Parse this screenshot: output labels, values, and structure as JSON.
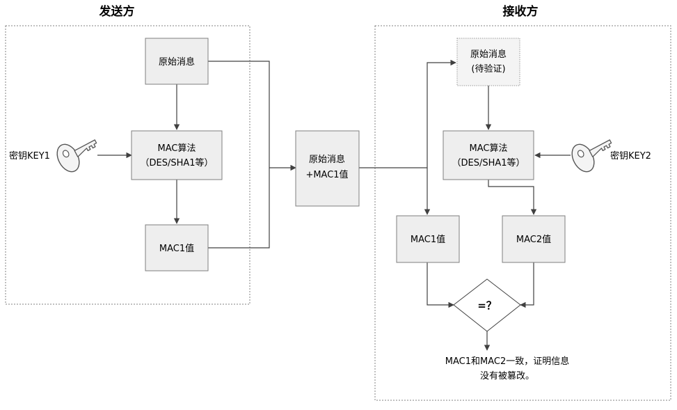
{
  "sender": {
    "title": "发送方",
    "original_message": "原始消息",
    "mac_algorithm": [
      "MAC算法",
      "（DES/SHA1等）"
    ],
    "mac_value": "MAC1值",
    "key_label": "密钥KEY1"
  },
  "transmitted": [
    "原始消息",
    "+MAC1值"
  ],
  "receiver": {
    "title": "接收方",
    "message_to_verify": [
      "原始消息",
      "(待验证)"
    ],
    "mac_algorithm": [
      "MAC算法",
      "（DES/SHA1等）"
    ],
    "key_label": "密钥KEY2",
    "mac1_value": "MAC1值",
    "mac2_value": "MAC2值",
    "compare": "=？",
    "conclusion": [
      "MAC1和MAC2一致，证明信息",
      "没有被篡改。"
    ]
  },
  "colors": {
    "box_fill": "#eeeeee",
    "box_stroke": "#7f7f7f",
    "line": "#404040",
    "key_fill": "#f4f4f4"
  }
}
